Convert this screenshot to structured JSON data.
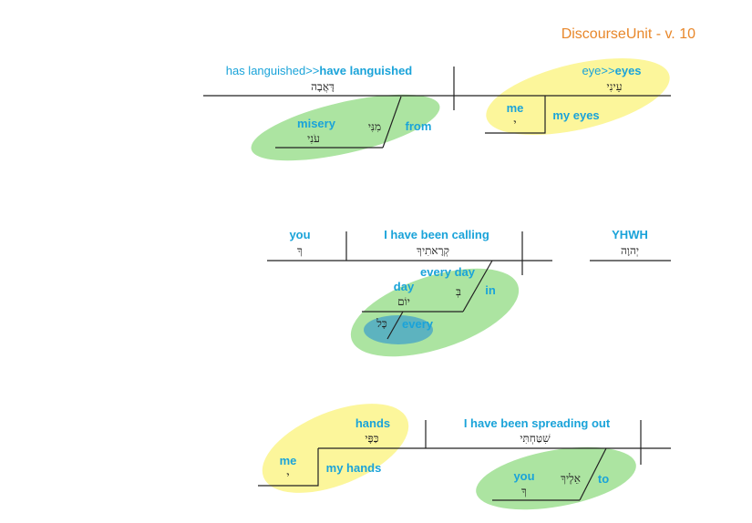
{
  "title": "DiscourseUnit - v. 10",
  "colors": {
    "gloss": "#1aa3d9",
    "title": "#e8872a",
    "green_highlight": "#7fd56e",
    "yellow_highlight": "#fbf58a",
    "blue_highlight": "#4aa6c7",
    "line": "#222222"
  },
  "clause1": {
    "verb_gloss_prefix": "has languished>>",
    "verb_gloss": "have languished",
    "verb_hebrew": "דָּאֲבָה",
    "subject_gloss_prefix": "eye>>",
    "subject_gloss": "eyes",
    "subject_hebrew": "עֵינִי",
    "possessor_gloss": "me",
    "possessor_hebrew": "י",
    "possessed_gloss": "my eyes",
    "prep_gloss": "from",
    "prep_hebrew": "מִנִּי",
    "object_gloss": "misery",
    "object_hebrew": "עֹנִי"
  },
  "clause2": {
    "subject_gloss": "you",
    "subject_hebrew": "ךָ",
    "verb_gloss": "I have been calling",
    "verb_hebrew": "קְרָאתִיךָ",
    "vocative_gloss": "YHWH",
    "vocative_hebrew": "יְהוָה",
    "phrase_gloss": "every day",
    "prep_gloss": "in",
    "prep_hebrew": "בְּ",
    "object_gloss": "day",
    "object_hebrew": "יוֹם",
    "modifier_gloss": "every",
    "modifier_hebrew": "כָּל"
  },
  "clause3": {
    "object_gloss": "hands",
    "object_hebrew": "כַּפָּי",
    "verb_gloss": "I have been spreading out",
    "verb_hebrew": "שִׁטַּחְתִּי",
    "possessor_gloss": "me",
    "possessor_hebrew": "י",
    "possessed_gloss": "my hands",
    "pp_object_gloss": "you",
    "pp_object_hebrew": "ךָ",
    "prep_gloss": "to",
    "prep_hebrew": "אֵלֶיךָ"
  }
}
